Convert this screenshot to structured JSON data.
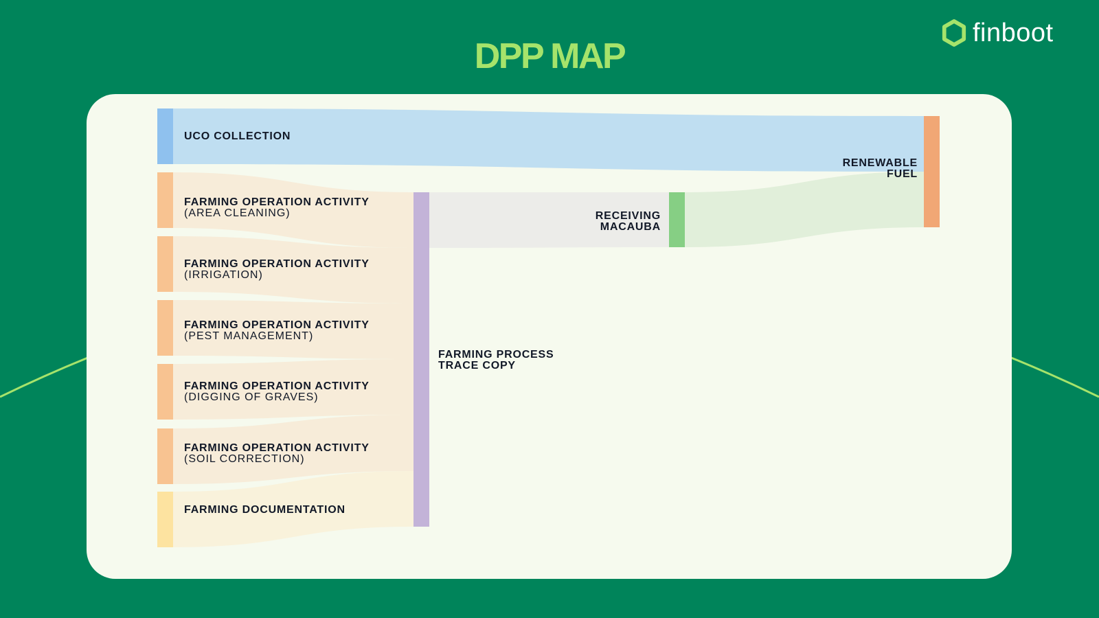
{
  "title": "DPP MAP",
  "brand": {
    "name": "finboot",
    "logo_color": "#a6e36b",
    "text_color": "#ffffff"
  },
  "colors": {
    "background": "#00845a",
    "card": "#f6faee",
    "accent": "#a6e36b"
  },
  "nodes": {
    "uco": {
      "line1": "UCO COLLECTION",
      "line2": "",
      "color": "#8fc1ee"
    },
    "area_cleaning": {
      "line1": "FARMING OPERATION ACTIVITY",
      "line2": "(AREA CLEANING)",
      "color": "#f8c391"
    },
    "irrigation": {
      "line1": "FARMING OPERATION ACTIVITY",
      "line2": "(IRRIGATION)",
      "color": "#f8c391"
    },
    "pest": {
      "line1": "FARMING OPERATION ACTIVITY",
      "line2": "(PEST MANAGEMENT)",
      "color": "#f8c391"
    },
    "graves": {
      "line1": "FARMING OPERATION ACTIVITY",
      "line2": "(DIGGING OF GRAVES)",
      "color": "#f8c391"
    },
    "soil": {
      "line1": "FARMING OPERATION ACTIVITY",
      "line2": "(SOIL CORRECTION)",
      "color": "#f8c391"
    },
    "documentation": {
      "line1": "FARMING DOCUMENTATION",
      "line2": "",
      "color": "#fde3a0"
    },
    "trace_copy": {
      "line1": "FARMING PROCESS",
      "line2": "TRACE COPY",
      "color": "#c3b3d8"
    },
    "macauba": {
      "line1": "RECEIVING",
      "line2": "MACAUBA",
      "color": "#86cf84"
    },
    "fuel": {
      "line1": "RENEWABLE",
      "line2": "FUEL",
      "color": "#f1a775"
    }
  },
  "links": [
    {
      "source": "uco",
      "target": "fuel",
      "color": "#bcdcf0"
    },
    {
      "source": "area_cleaning",
      "target": "trace_copy",
      "color": "#f7ebd7"
    },
    {
      "source": "irrigation",
      "target": "trace_copy",
      "color": "#f7ebd7"
    },
    {
      "source": "pest",
      "target": "trace_copy",
      "color": "#f7ebd7"
    },
    {
      "source": "graves",
      "target": "trace_copy",
      "color": "#f7ebd7"
    },
    {
      "source": "soil",
      "target": "trace_copy",
      "color": "#f7ebd7"
    },
    {
      "source": "documentation",
      "target": "trace_copy",
      "color": "#f9f1d9"
    },
    {
      "source": "trace_copy",
      "target": "macauba",
      "color": "#ebebe8"
    },
    {
      "source": "macauba",
      "target": "fuel",
      "color": "#dfeed8"
    }
  ]
}
